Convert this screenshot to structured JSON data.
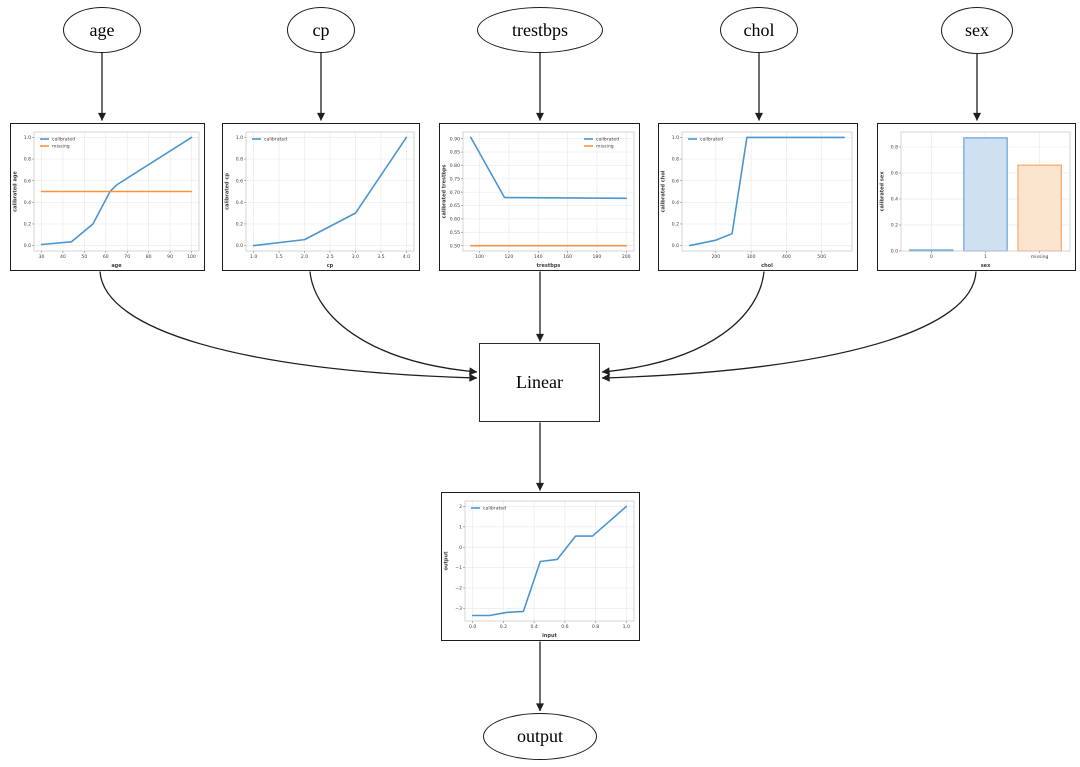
{
  "diagram": {
    "input_nodes": [
      {
        "id": "age",
        "label": "age"
      },
      {
        "id": "cp",
        "label": "cp"
      },
      {
        "id": "trestbps",
        "label": "trestbps"
      },
      {
        "id": "chol",
        "label": "chol"
      },
      {
        "id": "sex",
        "label": "sex"
      }
    ],
    "combiner_node": {
      "label": "Linear"
    },
    "output_node": {
      "label": "output"
    },
    "edges": [
      "age -> age calibrator",
      "cp -> cp calibrator",
      "trestbps -> trestbps calibrator",
      "chol -> chol calibrator",
      "sex -> sex calibrator",
      "age calibrator -> Linear",
      "cp calibrator -> Linear",
      "trestbps calibrator -> Linear",
      "chol calibrator -> Linear",
      "sex calibrator -> Linear",
      "Linear -> output calibrator",
      "output calibrator -> output"
    ]
  },
  "colors": {
    "calibrated_line": "#4a96d2",
    "missing_line": "#fd9240",
    "bar_blue_edge": "#5b9bd5",
    "bar_blue_fill": "#cfe0f0",
    "bar_orange_edge": "#f8a25e",
    "bar_orange_fill": "#fce5cf",
    "edge_stroke": "#1f1f1f"
  },
  "chart_data": [
    {
      "id": "age-calibrator",
      "type": "line",
      "xlabel": "age",
      "ylabel": "calibrated age",
      "xlim": [
        26.5,
        103.5
      ],
      "ylim": [
        -0.05,
        1.05
      ],
      "xticks": [
        30,
        40,
        50,
        60,
        70,
        80,
        90,
        100
      ],
      "xtick_labels": [
        "30",
        "40",
        "50",
        "60",
        "70",
        "80",
        "90",
        "100"
      ],
      "yticks": [
        0.0,
        0.2,
        0.4,
        0.6,
        0.8,
        1.0
      ],
      "ytick_labels": [
        "0.0",
        "0.2",
        "0.4",
        "0.6",
        "0.8",
        "1.0"
      ],
      "legend": {
        "position": "upper-left"
      },
      "series": [
        {
          "name": "calibrated",
          "color": "#4a96d2",
          "x": [
            30,
            44,
            54,
            62,
            65,
            100
          ],
          "y": [
            0.01,
            0.035,
            0.2,
            0.5,
            0.56,
            1.0
          ]
        },
        {
          "name": "missing",
          "color": "#fd9240",
          "x": [
            30,
            100
          ],
          "y": [
            0.5,
            0.5
          ]
        }
      ]
    },
    {
      "id": "cp-calibrator",
      "type": "line",
      "xlabel": "cp",
      "ylabel": "calibrated cp",
      "xlim": [
        0.85,
        4.15
      ],
      "ylim": [
        -0.05,
        1.05
      ],
      "xticks": [
        1.0,
        1.5,
        2.0,
        2.5,
        3.0,
        3.5,
        4.0
      ],
      "xtick_labels": [
        "1.0",
        "1.5",
        "2.0",
        "2.5",
        "3.0",
        "3.5",
        "4.0"
      ],
      "yticks": [
        0.0,
        0.2,
        0.4,
        0.6,
        0.8,
        1.0
      ],
      "ytick_labels": [
        "0.0",
        "0.2",
        "0.4",
        "0.6",
        "0.8",
        "1.0"
      ],
      "legend": {
        "position": "upper-left"
      },
      "series": [
        {
          "name": "calibrated",
          "color": "#4a96d2",
          "x": [
            1.0,
            2.0,
            3.0,
            4.0
          ],
          "y": [
            0.0,
            0.055,
            0.3,
            1.0
          ]
        }
      ]
    },
    {
      "id": "trestbps-calibrator",
      "type": "line",
      "xlabel": "trestbps",
      "ylabel": "calibrated trestbps",
      "xlim": [
        88.7,
        205.3
      ],
      "ylim": [
        0.48,
        0.925
      ],
      "xticks": [
        100,
        120,
        140,
        160,
        180,
        200
      ],
      "xtick_labels": [
        "100",
        "120",
        "140",
        "160",
        "180",
        "200"
      ],
      "yticks": [
        0.5,
        0.55,
        0.6,
        0.65,
        0.7,
        0.75,
        0.8,
        0.85,
        0.9
      ],
      "ytick_labels": [
        "0.50",
        "0.55",
        "0.60",
        "0.65",
        "0.70",
        "0.75",
        "0.80",
        "0.85",
        "0.90"
      ],
      "legend": {
        "position": "upper-right"
      },
      "series": [
        {
          "name": "calibrated",
          "color": "#4a96d2",
          "x": [
            94,
            117,
            200
          ],
          "y": [
            0.905,
            0.68,
            0.677
          ]
        },
        {
          "name": "missing",
          "color": "#fd9240",
          "x": [
            94,
            200
          ],
          "y": [
            0.5,
            0.5
          ]
        }
      ]
    },
    {
      "id": "chol-calibrator",
      "type": "line",
      "xlabel": "chol",
      "ylabel": "calibrated chol",
      "xlim": [
        104,
        586
      ],
      "ylim": [
        -0.05,
        1.05
      ],
      "xticks": [
        200,
        300,
        400,
        500
      ],
      "xtick_labels": [
        "200",
        "300",
        "400",
        "500"
      ],
      "yticks": [
        0.0,
        0.2,
        0.4,
        0.6,
        0.8,
        1.0
      ],
      "ytick_labels": [
        "0.0",
        "0.2",
        "0.4",
        "0.6",
        "0.8",
        "1.0"
      ],
      "legend": {
        "position": "upper-left"
      },
      "series": [
        {
          "name": "calibrated",
          "color": "#4a96d2",
          "x": [
            126,
            200,
            246,
            288,
            564
          ],
          "y": [
            0.0,
            0.05,
            0.11,
            1.0,
            1.0
          ]
        }
      ]
    },
    {
      "id": "sex-calibrator",
      "type": "bar",
      "xlabel": "sex",
      "ylabel": "calibrated sex",
      "categories": [
        "0",
        "1",
        "missing"
      ],
      "values": [
        0.008,
        0.87,
        0.66
      ],
      "bar_fills": [
        "#cfe0f0",
        "#cfe0f0",
        "#fce5cf"
      ],
      "bar_edges": [
        "#5b9bd5",
        "#5b9bd5",
        "#f8a25e"
      ],
      "ylim": [
        0,
        0.915
      ],
      "yticks": [
        0.0,
        0.2,
        0.4,
        0.6,
        0.8
      ],
      "ytick_labels": [
        "0.0",
        "0.2",
        "0.4",
        "0.6",
        "0.8"
      ],
      "legend": null
    },
    {
      "id": "output-calibrator",
      "type": "line",
      "xlabel": "input",
      "ylabel": "output",
      "xlim": [
        -0.05,
        1.05
      ],
      "ylim": [
        -3.62,
        2.27
      ],
      "xticks": [
        0.0,
        0.2,
        0.4,
        0.6,
        0.8,
        1.0
      ],
      "xtick_labels": [
        "0.0",
        "0.2",
        "0.4",
        "0.6",
        "0.8",
        "1.0"
      ],
      "yticks": [
        -3,
        -2,
        -1,
        0,
        1,
        2
      ],
      "ytick_labels": [
        "−3",
        "−2",
        "−1",
        "0",
        "1",
        "2"
      ],
      "legend": {
        "position": "upper-left"
      },
      "series": [
        {
          "name": "calibrated",
          "color": "#4a96d2",
          "x": [
            0.0,
            0.11,
            0.22,
            0.33,
            0.44,
            0.55,
            0.67,
            0.78,
            1.0
          ],
          "y": [
            -3.35,
            -3.35,
            -3.2,
            -3.15,
            -0.7,
            -0.6,
            0.55,
            0.55,
            2.0
          ]
        }
      ]
    }
  ]
}
